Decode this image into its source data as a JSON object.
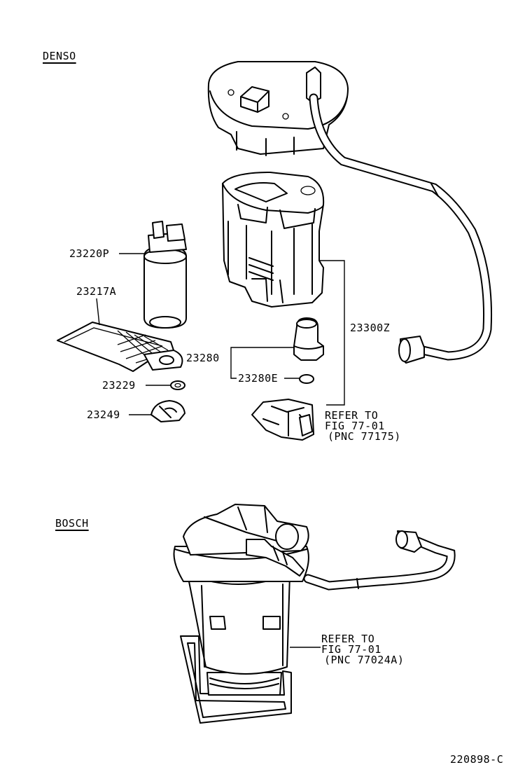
{
  "sections": {
    "denso": "DENSO",
    "bosch": "BOSCH"
  },
  "parts": {
    "fuel_pump": "23220P",
    "filter": "23217A",
    "gasket": "23229",
    "clip": "23249",
    "regulator": "23280",
    "regulator_oring": "23280E",
    "tube_assy": "23300Z"
  },
  "refer_denso": {
    "line1": "REFER TO",
    "line2": "FIG 77-01",
    "line3": "(PNC 77175)"
  },
  "refer_bosch": {
    "line1": "REFER TO",
    "line2": "FIG 77-01",
    "line3": "(PNC 77024A)"
  },
  "figure_code": "220898-C"
}
